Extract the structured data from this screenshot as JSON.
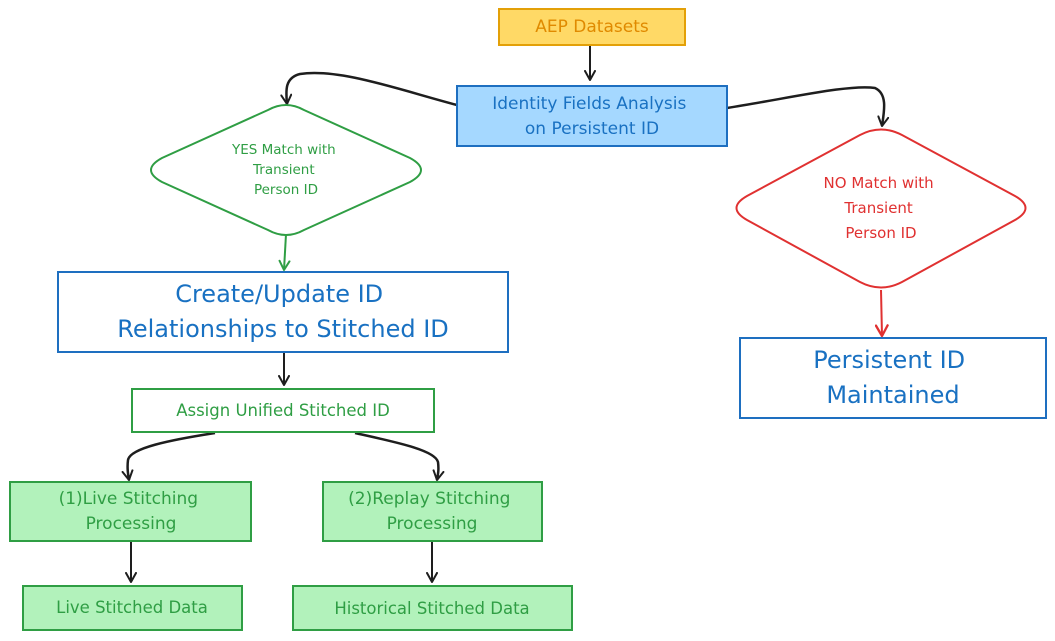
{
  "nodes": {
    "aep": {
      "lines": [
        "AEP Datasets"
      ]
    },
    "identity": {
      "lines": [
        "Identity Fields Analysis",
        "on Persistent ID"
      ]
    },
    "yes": {
      "lines": [
        "YES Match with",
        "Transient",
        "Person ID"
      ]
    },
    "no": {
      "lines": [
        "NO Match with",
        "Transient",
        "Person ID"
      ]
    },
    "create": {
      "lines": [
        "Create/Update ID",
        "Relationships to Stitched ID"
      ]
    },
    "persistent": {
      "lines": [
        "Persistent ID",
        "Maintained"
      ]
    },
    "assign": {
      "lines": [
        "Assign Unified Stitched ID"
      ]
    },
    "live_proc": {
      "lines": [
        "(1)Live Stitching",
        "Processing"
      ]
    },
    "replay_proc": {
      "lines": [
        "(2)Replay Stitching",
        "Processing"
      ]
    },
    "live_data": {
      "lines": [
        "Live Stitched Data"
      ]
    },
    "hist_data": {
      "lines": [
        "Historical Stitched Data"
      ]
    }
  },
  "colors": {
    "orange_stroke": "#e3a008",
    "orange_fill": "#ffd966",
    "orange_text": "#e08a00",
    "blue_stroke": "#1e6fc0",
    "blue_fill": "#a5d8ff",
    "blue_text": "#1971c2",
    "green_stroke": "#2f9e44",
    "green_fill": "#b2f2bb",
    "green_text": "#2f9e44",
    "red_stroke": "#e03131",
    "red_text": "#e03131",
    "arrow_dark": "#1e1e1e"
  }
}
